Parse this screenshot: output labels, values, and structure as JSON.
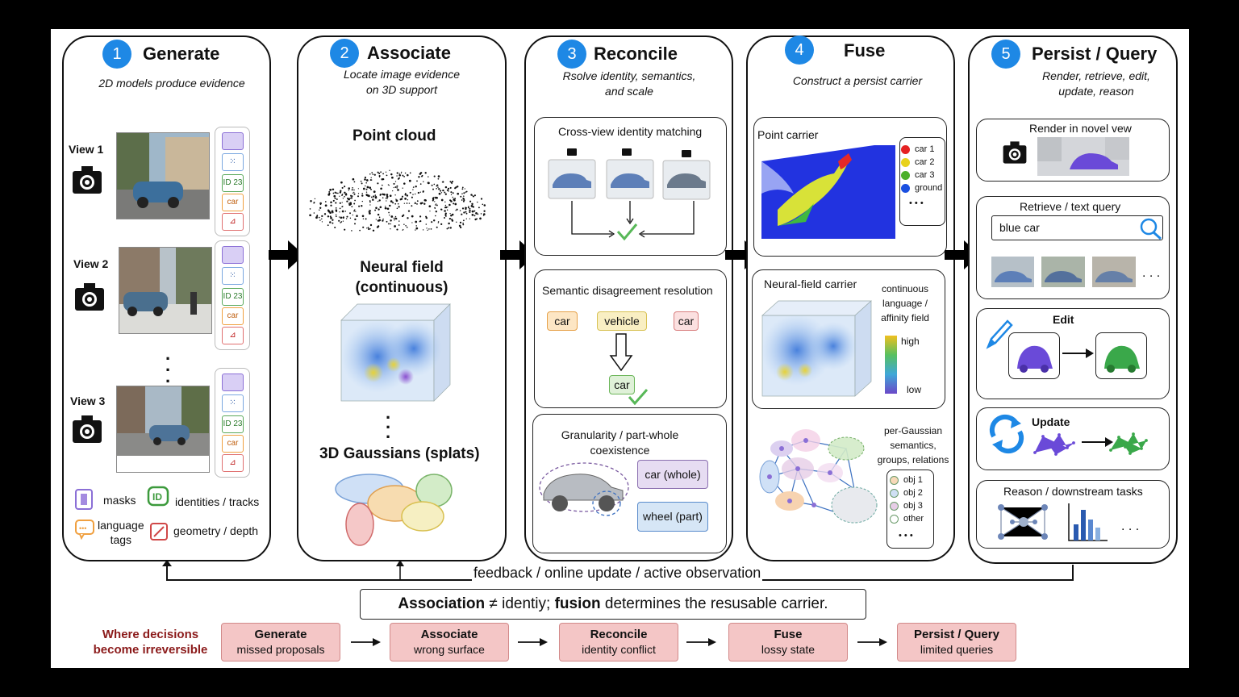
{
  "panels": [
    {
      "num": "1",
      "title": "Generate",
      "subtitle": "2D models produce evidence"
    },
    {
      "num": "2",
      "title": "Associate",
      "subtitle_lines": [
        "Locate image evidence",
        "on 3D support"
      ]
    },
    {
      "num": "3",
      "title": "Reconcile",
      "subtitle_lines": [
        "Rsolve identity, semantics,",
        "and scale"
      ]
    },
    {
      "num": "4",
      "title": "Fuse",
      "subtitle": "Construct a persist carrier"
    },
    {
      "num": "5",
      "title": "Persist / Query",
      "subtitle_lines": [
        "Render, retrieve, edit,",
        "update, reason"
      ]
    }
  ],
  "generate": {
    "views": [
      "View 1",
      "View 2",
      "View 3"
    ],
    "id_label": "ID 23",
    "car_label": "car",
    "legend": {
      "masks": "masks",
      "identities": "identities / tracks",
      "language_tags": [
        "language",
        "tags"
      ],
      "geometry": "geometry / depth"
    }
  },
  "associate": {
    "point_cloud": "Point cloud",
    "neural_field": [
      "Neural field",
      "(continuous)"
    ],
    "gaussians": "3D Gaussians (splats)"
  },
  "reconcile": {
    "cross_view": "Cross-view identity matching",
    "semantic": "Semantic disagreement resolution",
    "tags": [
      "car",
      "vehicle",
      "car"
    ],
    "resolved": "car",
    "granularity": [
      "Granularity / part-whole",
      "coexistence"
    ],
    "whole": "car (whole)",
    "part": "wheel (part)"
  },
  "fuse": {
    "point_carrier": "Point carrier",
    "point_legend": [
      {
        "label": "car 1",
        "color": "#e52222"
      },
      {
        "label": "car 2",
        "color": "#e8d21c"
      },
      {
        "label": "car 3",
        "color": "#4caf2a"
      },
      {
        "label": "ground",
        "color": "#1a4fe0"
      }
    ],
    "ellipsis": "• • •",
    "neural_carrier": "Neural-field carrier",
    "neural_desc": [
      "continuous",
      "language /",
      "affinity field"
    ],
    "high": "high",
    "low": "low",
    "gauss_desc": [
      "per-Gaussian",
      "semantics,",
      "groups, relations"
    ],
    "gauss_legend": [
      {
        "label": "obj 1",
        "color": "#f7d9b8"
      },
      {
        "label": "obj 2",
        "color": "#cfe0f4"
      },
      {
        "label": "obj 3",
        "color": "#e6cde6"
      },
      {
        "label": "other",
        "color": "#ffffff"
      }
    ]
  },
  "persist": {
    "render": "Render in novel vew",
    "retrieve": "Retrieve / text query",
    "query": "blue car",
    "edit": "Edit",
    "update": "Update",
    "reason": "Reason / downstream tasks",
    "dots": ". . ."
  },
  "feedback": "feedback / online update / active observation",
  "statement": {
    "a": "Association",
    "b": " ≠ identiy; ",
    "c": "fusion",
    "d": " determines the resusable carrier."
  },
  "bottom": {
    "label": [
      "Where decisions",
      "become irreversible"
    ],
    "steps": [
      {
        "title": "Generate",
        "desc": "missed proposals"
      },
      {
        "title": "Associate",
        "desc": "wrong surface"
      },
      {
        "title": "Reconcile",
        "desc": "identity conflict"
      },
      {
        "title": "Fuse",
        "desc": "lossy state"
      },
      {
        "title": "Persist / Query",
        "desc": "limited queries"
      }
    ]
  },
  "colors": {
    "badge": "#1e88e5",
    "pink": "#f4c6c6",
    "irreversible_text": "#8b1a1a"
  }
}
